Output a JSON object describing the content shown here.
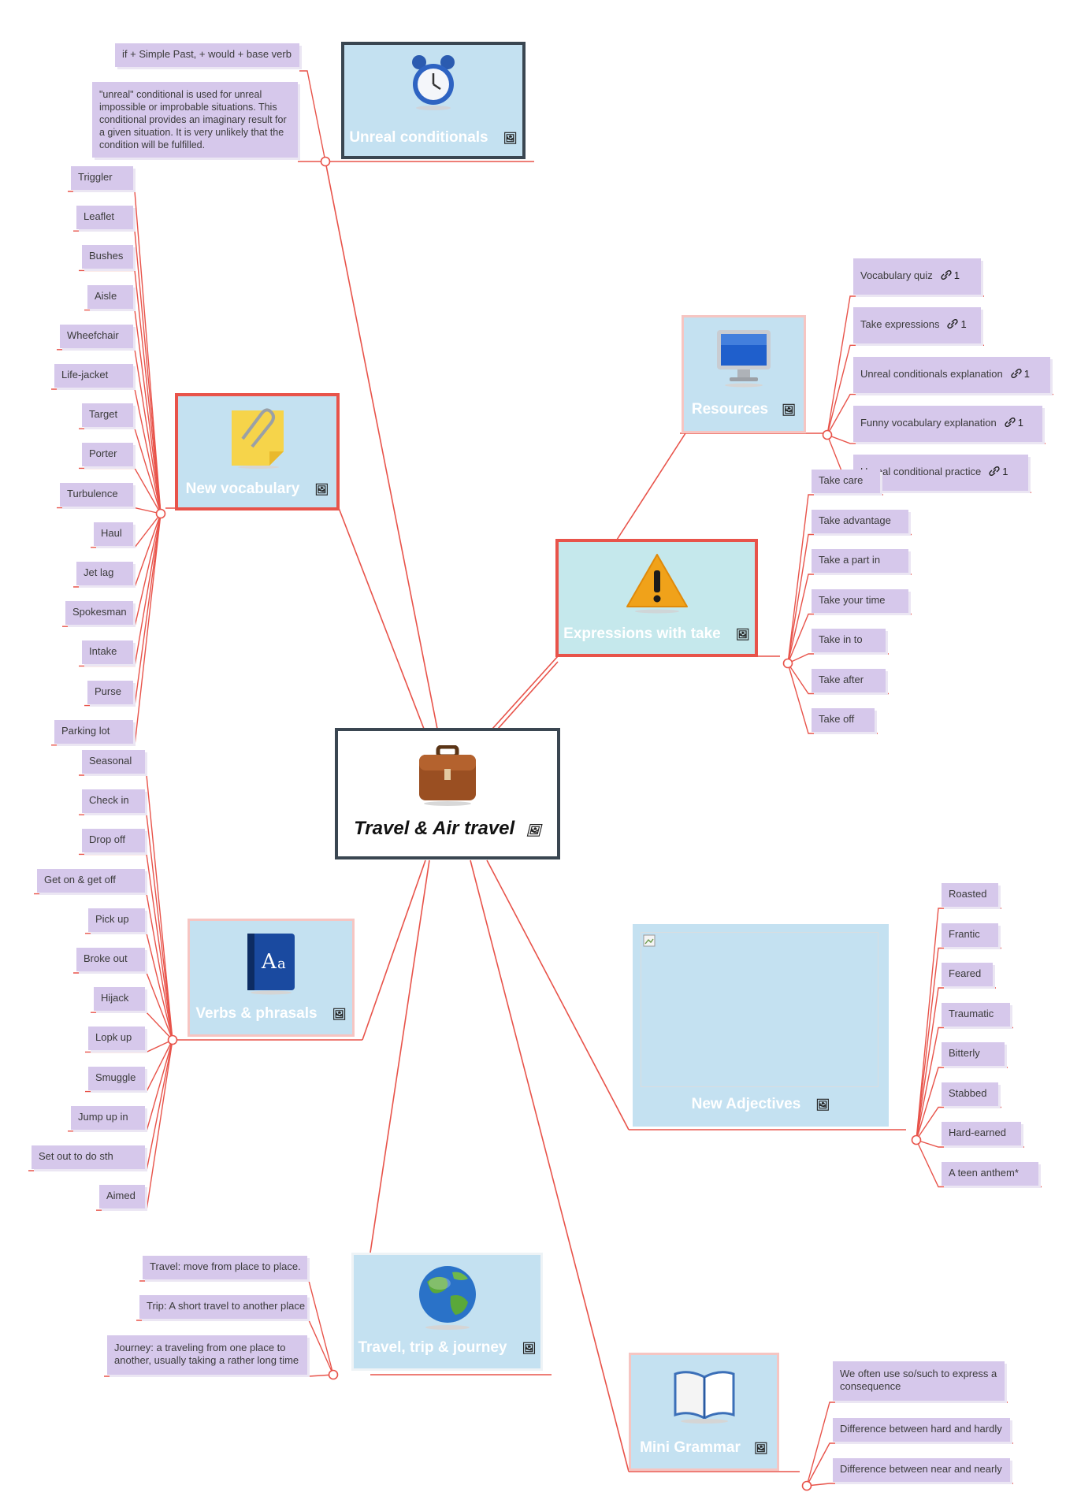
{
  "central": {
    "title": "Travel & Air travel",
    "icon": "briefcase-icon"
  },
  "image_marker": "🖼",
  "colors": {
    "link": "#e8534a",
    "leaf_bg": "#d6c8eb",
    "node_bg": "#c4e1f1"
  },
  "unreal": {
    "title": "Unreal conditionals",
    "icon": "alarm-clock-icon",
    "notes": [
      "if + Simple Past, + would + base verb",
      "\"unreal\" conditional is used for unreal impossible or improbable situations. This conditional provides an imaginary result for a given situation. It is very unlikely that the condition will be fulfilled."
    ]
  },
  "vocab": {
    "title": "New vocabulary",
    "icon": "paperclip-note-icon",
    "items": [
      "Triggler",
      "Leaflet",
      "Bushes",
      "Aisle",
      "Wheefchair",
      "Life-jacket",
      "Target",
      "Porter",
      "Turbulence",
      "Haul",
      "Jet lag",
      "Spokesman",
      "Intake",
      "Purse",
      "Parking lot"
    ]
  },
  "verbs": {
    "title": "Verbs & phrasals",
    "icon": "dictionary-icon",
    "items": [
      "Seasonal",
      "Check in",
      "Drop off",
      "Get on & get off",
      "Pick up",
      "Broke out",
      "Hijack",
      "Lopk up",
      "Smuggle",
      "Jump up in",
      "Set out to do sth",
      "Aimed"
    ]
  },
  "travel": {
    "title": "Travel, trip & journey",
    "icon": "globe-icon",
    "items": [
      "Travel: move from place to place.",
      "Trip: A short travel to another place",
      "Journey: a traveling from one place to another, usually taking a rather long time"
    ]
  },
  "resources": {
    "title": "Resources",
    "icon": "monitor-icon",
    "items": [
      {
        "label": "Vocabulary quiz",
        "count": "1"
      },
      {
        "label": "Take expressions",
        "count": "1"
      },
      {
        "label": "Unreal conditionals explanation",
        "count": "1"
      },
      {
        "label": "Funny vocabulary explanation",
        "count": "1"
      },
      {
        "label": "Unreal conditional practice",
        "count": "1"
      }
    ]
  },
  "take": {
    "title": "Expressions with take",
    "icon": "warning-icon",
    "items": [
      "Take care",
      "Take advantage",
      "Take a part in",
      "Take your time",
      "Take in to",
      "Take after",
      "Take off"
    ]
  },
  "adjectives": {
    "title": "New Adjectives",
    "icon": "broken-image-icon",
    "items": [
      "Roasted",
      "Frantic",
      "Feared",
      "Traumatic",
      "Bitterly",
      "Stabbed",
      "Hard-earned",
      "A teen anthem*"
    ]
  },
  "grammar": {
    "title": "Mini Grammar",
    "icon": "open-book-icon",
    "items": [
      "We often use so/such to express a consequence",
      "Difference between hard and hardly",
      "Difference between near and nearly"
    ]
  }
}
